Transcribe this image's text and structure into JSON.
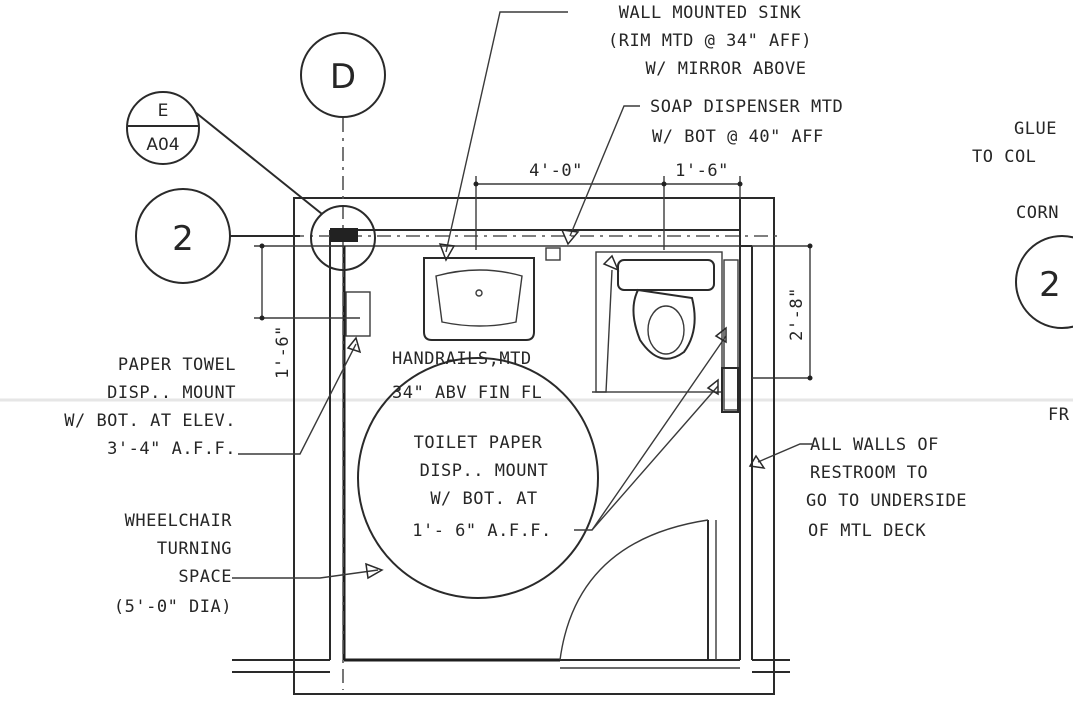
{
  "grid_bubbles": {
    "top": "D",
    "left": "2",
    "right": "2"
  },
  "section_tag": {
    "detail": "E",
    "sheet": "A04"
  },
  "dimensions": {
    "width_a": "4'-0\"",
    "width_b": "1'-6\"",
    "depth_a": "2'-8\"",
    "height_a": "1'-6\""
  },
  "notes": {
    "sink": [
      "WALL MOUNTED SINK",
      "(RIM MTD @ 34\" AFF)",
      "W/ MIRROR ABOVE"
    ],
    "soap": [
      "SOAP DISPENSER MTD",
      "W/ BOT @ 40\" AFF"
    ],
    "handrails": [
      "HANDRAILS,MTD",
      "34\" ABV FIN FL"
    ],
    "paper_towel": [
      "PAPER TOWEL",
      "DISP.. MOUNT",
      "W/ BOT. AT ELEV.",
      "3'-4\" A.F.F."
    ],
    "toilet_paper": [
      "TOILET PAPER",
      "DISP.. MOUNT",
      "W/ BOT. AT",
      "1'- 6\" A.F.F."
    ],
    "wheelchair": [
      "WHEELCHAIR",
      "TURNING",
      "SPACE",
      "(5'-0\" DIA)"
    ],
    "walls": [
      "ALL WALLS OF",
      "RESTROOM TO",
      "GO TO UNDERSIDE",
      "OF MTL DECK"
    ],
    "cutoff_right": [
      "GLUE",
      "TO COL",
      "CORN",
      "FR"
    ]
  }
}
